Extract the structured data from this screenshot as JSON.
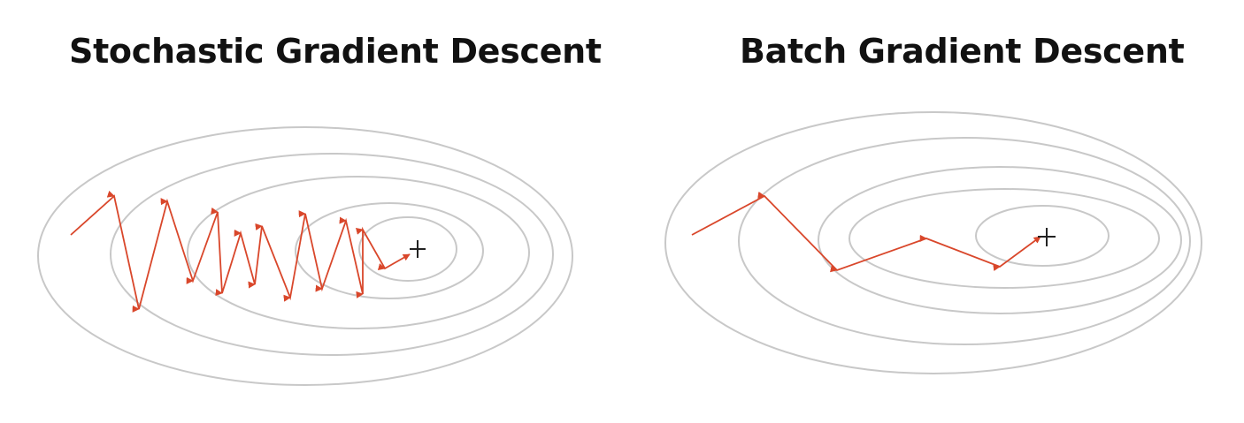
{
  "panels": [
    {
      "title": "Stochastic Gradient Descent",
      "contour_count": 5,
      "path_type": "zig-zag",
      "optimum_marker": "plus"
    },
    {
      "title": "Batch Gradient Descent",
      "contour_count": 5,
      "path_type": "smooth",
      "optimum_marker": "plus"
    }
  ],
  "colors": {
    "contour": "#c8c8c8",
    "path": "#d9472b",
    "marker": "#222222",
    "title": "#111111"
  }
}
